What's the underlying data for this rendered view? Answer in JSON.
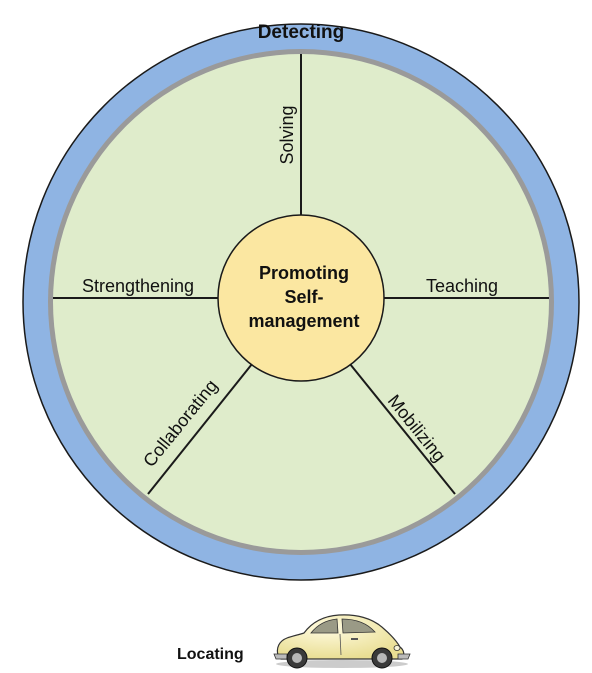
{
  "outer_ring": {
    "label": "Detecting",
    "fill": "#8fb4e3",
    "border": "#1a1a1a"
  },
  "inner_area": {
    "fill": "#dfeccb",
    "border": "#9a9a9a"
  },
  "center": {
    "lines": [
      "Promoting",
      "Self-",
      "management"
    ],
    "fill": "#fbe7a1"
  },
  "sections": [
    {
      "id": "solving",
      "label": "Solving"
    },
    {
      "id": "teaching",
      "label": "Teaching"
    },
    {
      "id": "mobilizing",
      "label": "Mobilizing"
    },
    {
      "id": "collaborating",
      "label": "Collaborating"
    },
    {
      "id": "strengthening",
      "label": "Strengthening"
    }
  ],
  "vehicle": {
    "label": "Locating",
    "icon": "car-icon",
    "body_color": "#f6f0b4"
  }
}
